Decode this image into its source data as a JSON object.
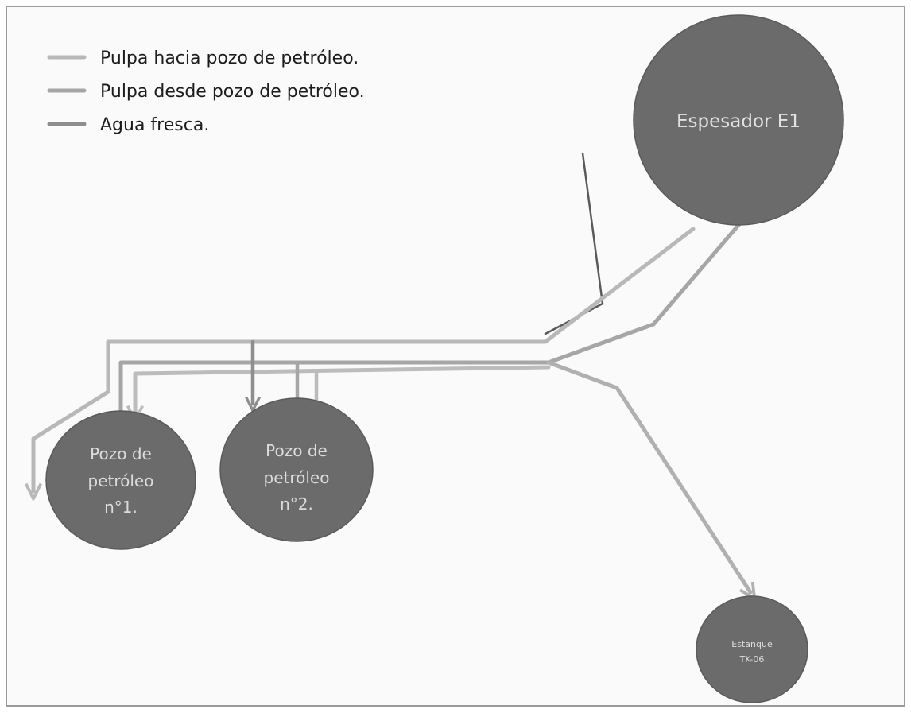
{
  "colors": {
    "line_to_well": "#b8b8b8",
    "line_from_well": "#a6a6a6",
    "line_fresh_water": "#8e8e8e",
    "line_thin": "#5a5a5a",
    "node_fill": "#6b6b6b"
  },
  "legend": {
    "items": [
      {
        "label": "Pulpa hacia pozo de petróleo.",
        "color": "#b8b8b8"
      },
      {
        "label": "Pulpa desde pozo de petróleo.",
        "color": "#a6a6a6"
      },
      {
        "label": "Agua fresca.",
        "color": "#8e8e8e"
      }
    ]
  },
  "nodes": {
    "espesador": {
      "lines": [
        "Espesador E1"
      ]
    },
    "pozo1": {
      "lines": [
        "Pozo de",
        "petróleo",
        "n°1."
      ]
    },
    "pozo2": {
      "lines": [
        "Pozo de",
        "petróleo",
        "n°2."
      ]
    },
    "estanque": {
      "lines": [
        "Estanque",
        "TK-06"
      ]
    }
  }
}
